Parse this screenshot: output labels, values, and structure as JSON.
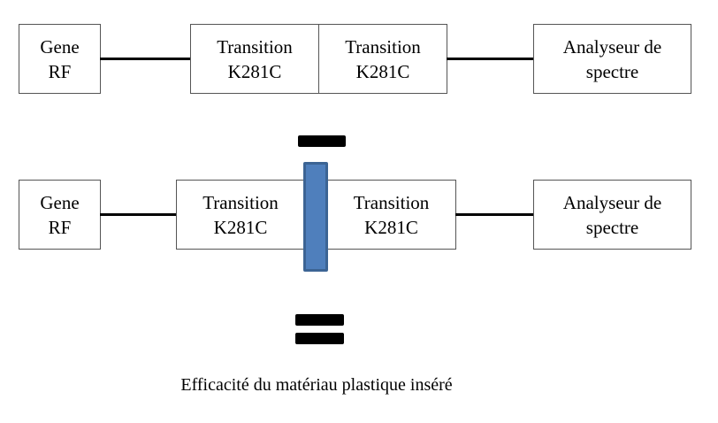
{
  "row1": {
    "source": {
      "line1": "Gene",
      "line2": "RF"
    },
    "transition_a": {
      "line1": "Transition",
      "line2": "K281C"
    },
    "transition_b": {
      "line1": "Transition",
      "line2": "K281C"
    },
    "analyzer": {
      "line1": "Analyseur de",
      "line2": "spectre"
    }
  },
  "row2": {
    "source": {
      "line1": "Gene",
      "line2": "RF"
    },
    "transition_a": {
      "line1": "Transition",
      "line2": "K281C"
    },
    "transition_b": {
      "line1": "Transition",
      "line2": "K281C"
    },
    "analyzer": {
      "line1": "Analyseur de",
      "line2": "spectre"
    }
  },
  "operators": {
    "minus": "-",
    "equals": "="
  },
  "caption": "Efficacité du matériau plastique inséré",
  "colors": {
    "plastic_fill": "#4f7fbc",
    "plastic_border": "#3c6494"
  }
}
